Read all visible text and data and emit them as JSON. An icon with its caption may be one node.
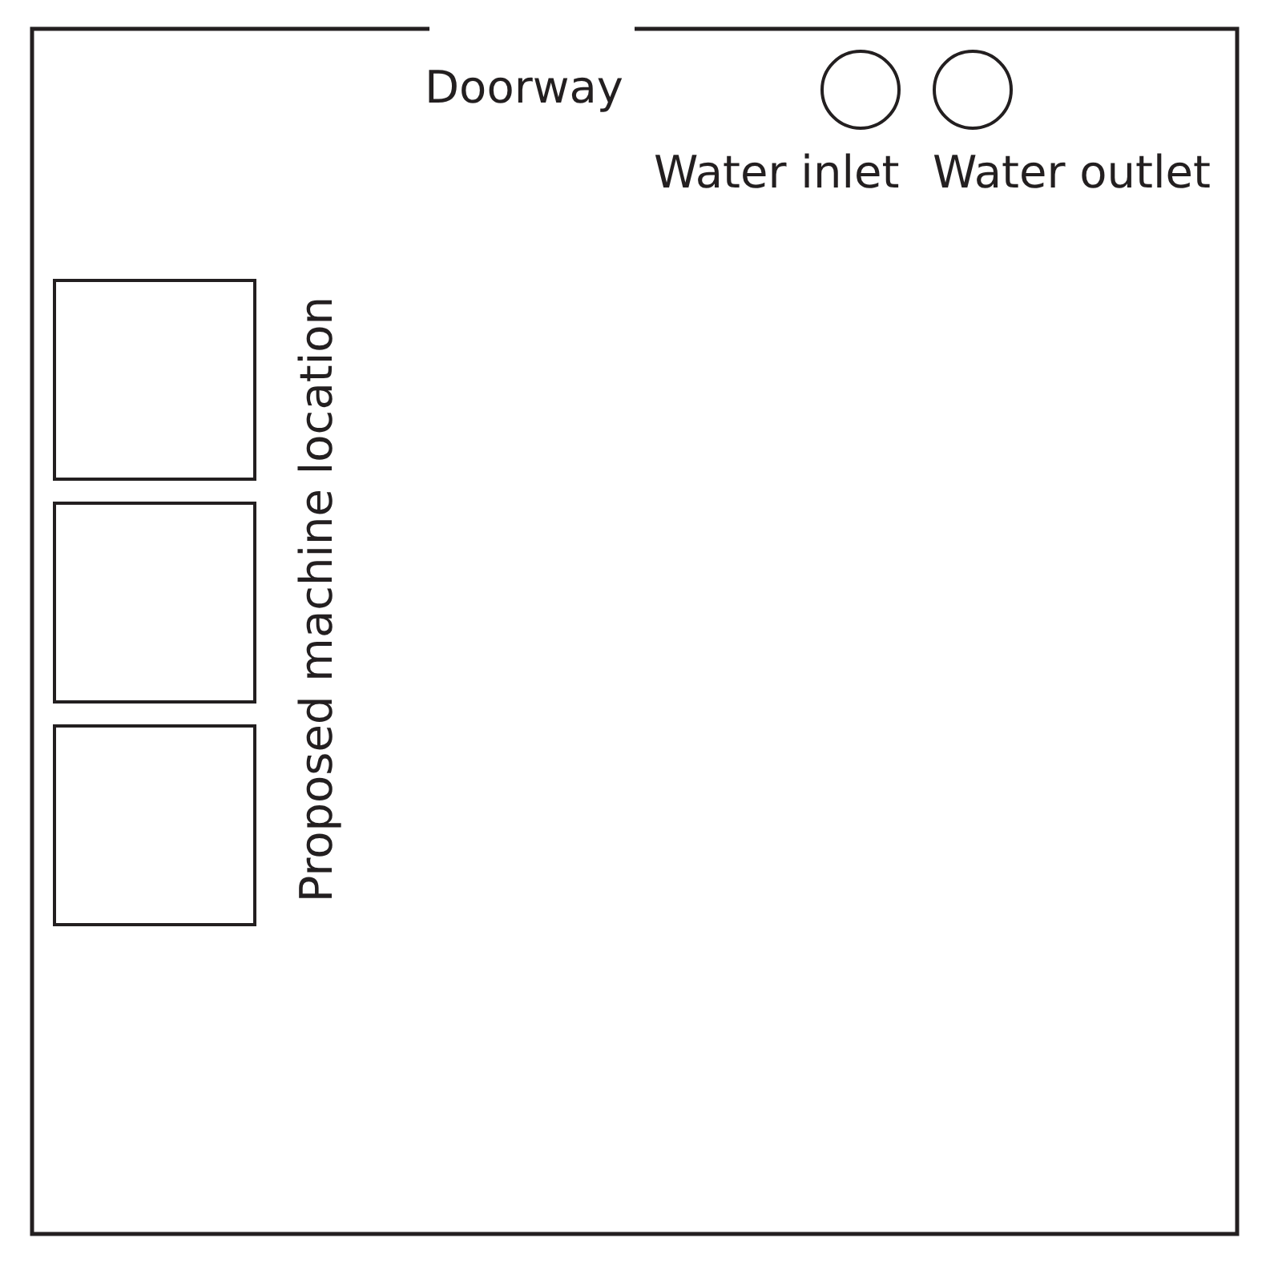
{
  "diagram": {
    "nodes": [
      {
        "text": [],
        "shape": "circle",
        "beside": [
          "Water inlet"
        ]
      },
      {
        "text": [],
        "shape": "circle",
        "beside": [
          "Water outlet"
        ]
      },
      {
        "text": [],
        "shape": "box"
      },
      {
        "text": [],
        "shape": "box"
      },
      {
        "text": [],
        "shape": "box"
      }
    ],
    "labels": [
      "Doorway",
      "Proposed machine location"
    ]
  }
}
